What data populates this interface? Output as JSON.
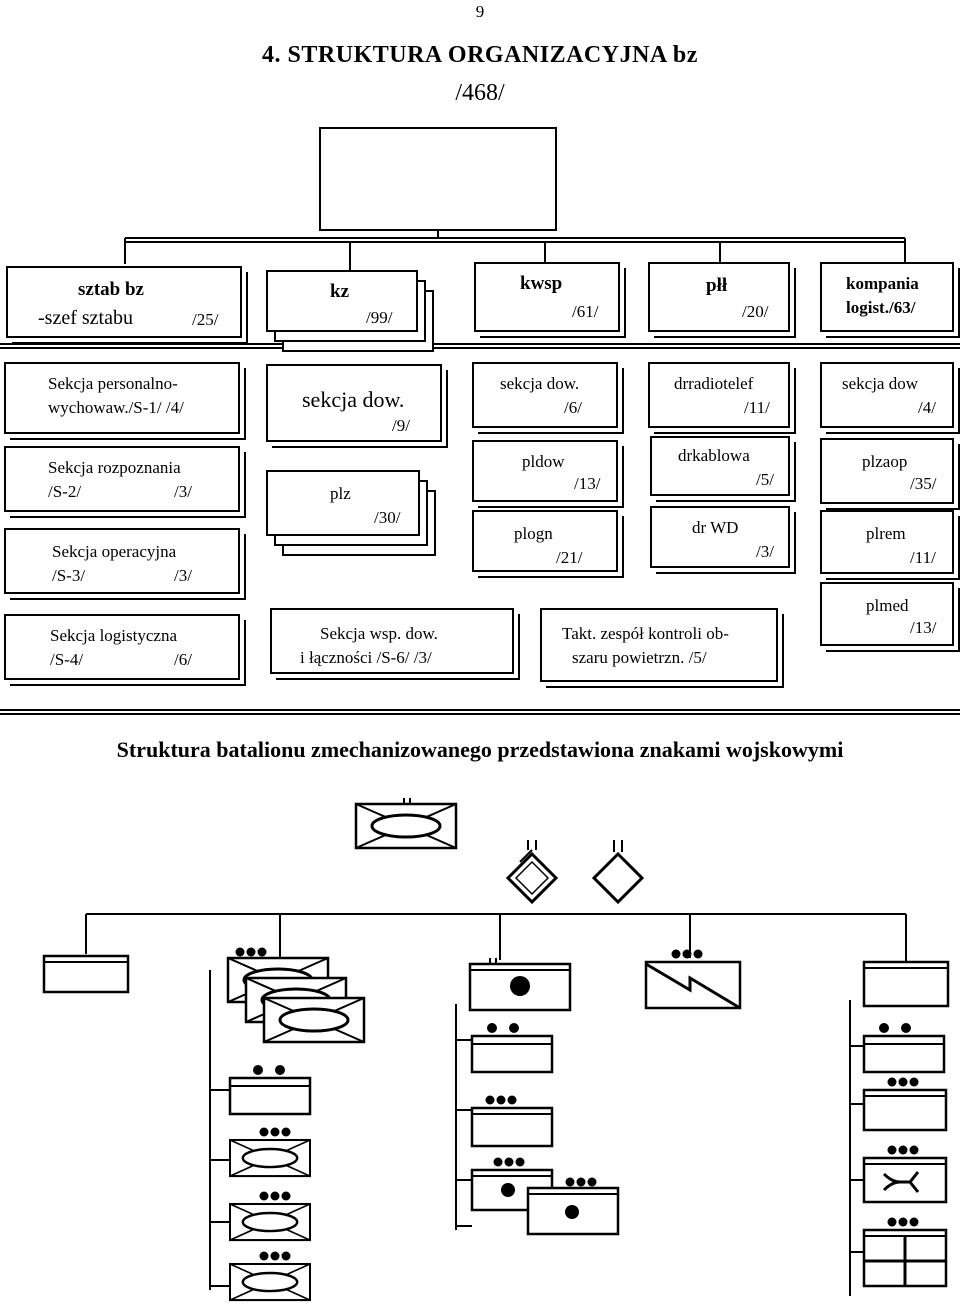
{
  "page_number": "9",
  "title": "4. STRUKTURA ORGANIZACYJNA  bz",
  "subtitle": "/468/",
  "top_row": {
    "sztab": {
      "line1": "sztab bz",
      "line2": "-szef sztabu",
      "count": "/25/"
    },
    "kz": {
      "label": "kz",
      "count": "/99/"
    },
    "kwsp": {
      "label": "kwsp",
      "count": "/61/"
    },
    "plh": {
      "label": "płł",
      "count": "/20/"
    },
    "kompania": {
      "line1": "kompania",
      "line2": "logist./63/"
    }
  },
  "col1": [
    {
      "line1": "Sekcja personalno-",
      "line2": "wychowaw./S-1/ /4/"
    },
    {
      "line1": "Sekcja rozpoznania",
      "line2a": "/S-2/",
      "line2b": "/3/"
    },
    {
      "line1": "Sekcja operacyjna",
      "line2a": "/S-3/",
      "line2b": "/3/"
    },
    {
      "line1": "Sekcja logistyczna",
      "line2a": "/S-4/",
      "line2b": "/6/"
    }
  ],
  "col2": {
    "sekcja": {
      "label": "sekcja dow.",
      "count": "/9/"
    },
    "plz": {
      "label": "plz",
      "count": "/30/"
    },
    "wsp": {
      "line1": "Sekcja wsp. dow.",
      "line2": "i łączności /S-6/  /3/"
    }
  },
  "col3": {
    "sekcja": {
      "label": "sekcja dow.",
      "count": "/6/"
    },
    "pldow": {
      "label": "pldow",
      "count": "/13/"
    },
    "plogn": {
      "label": "plogn",
      "count": "/21/"
    }
  },
  "col4": {
    "drradio": {
      "label": "drradiotelef",
      "count": "/11/"
    },
    "drkab": {
      "label": "drkablowa",
      "count": "/5/"
    },
    "drwd": {
      "label": "dr WD",
      "count": "/3/"
    }
  },
  "col5": {
    "sekcja": {
      "label": "sekcja dow",
      "count": "/4/"
    },
    "plzaop": {
      "label": "plzaop",
      "count": "/35/"
    },
    "plrem": {
      "label": "plrem",
      "count": "/11/"
    },
    "plmed": {
      "label": "plmed",
      "count": "/13/"
    }
  },
  "takt": {
    "line1": "Takt. zespół kontroli ob-",
    "line2": "szaru powietrzn. /5/"
  },
  "title2": "Struktura batalionu zmechanizowanego przedstawiona znakami wojskowymi"
}
